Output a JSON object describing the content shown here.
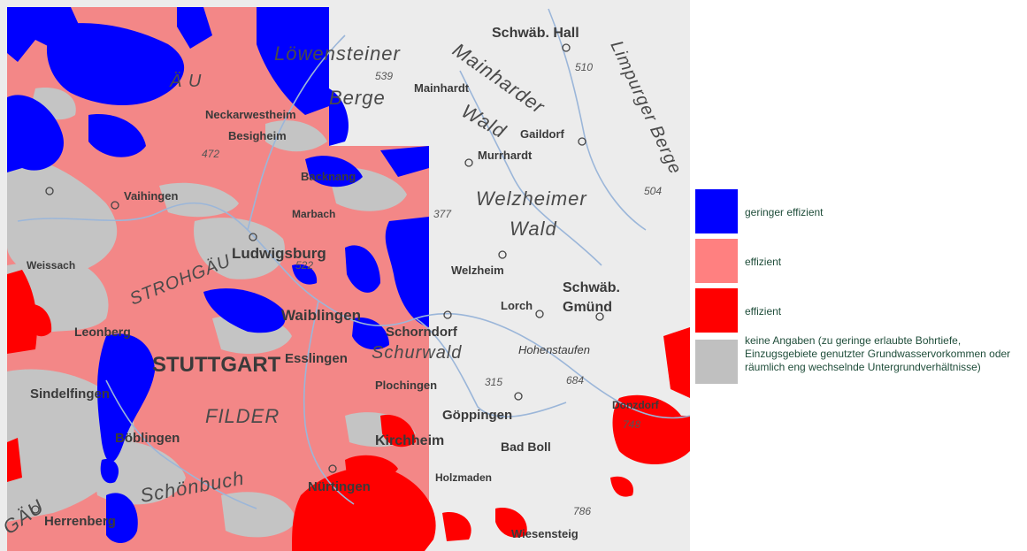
{
  "legend": {
    "items": [
      {
        "label": "geringer effizient",
        "color": "#0000ff"
      },
      {
        "label": "effizient",
        "color": "#ff8080"
      },
      {
        "label": "effizient",
        "color": "#ff0000"
      },
      {
        "label": "keine Angaben (zu geringe erlaubte Bohrtiefe, Einzugsgebiete genutzter Grundwasservorkommen oder räumlich eng wechselnde Untergrundverhältnisse)",
        "color": "#c0c0c0"
      }
    ]
  },
  "map": {
    "towns": {
      "schwaeb_hall": "Schwäb. Hall",
      "mainhardt": "Mainhardt",
      "gaildorf": "Gaildorf",
      "murrhardt": "Murrhardt",
      "welzheim": "Welzheim",
      "lorch": "Lorch",
      "schwaeb_gmuend": "Schwäb. Gmünd",
      "gmuend_line1": "Schwäb.",
      "gmuend_line2": "Gmünd",
      "hohenstaufen": "Hohenstaufen",
      "goeppingen": "Göppingen",
      "bad_boll": "Bad Boll",
      "donzdorf": "Donzdorf",
      "wiesensteig": "Wiesensteig",
      "neckarwestheim": "Neckarwestheim",
      "besigheim": "Besigheim",
      "vaihingen": "Vaihingen",
      "backnang": "Backnang",
      "marbach": "Marbach",
      "ludwigsburg": "Ludwigsburg",
      "weissach": "Weissach",
      "waiblingen": "Waiblingen",
      "schorndorf": "Schorndorf",
      "leonberg": "Leonberg",
      "stuttgart": "STUTTGART",
      "esslingen": "Esslingen",
      "plochingen": "Plochingen",
      "sindelfingen": "Sindelfingen",
      "boeblingen": "Böblingen",
      "kirchheim": "Kirchheim",
      "nuertingen": "Nürtingen",
      "herrenberg": "Herrenberg",
      "holzmaden": "Holzmaden"
    },
    "regions": {
      "loewensteiner": "Löwensteiner",
      "berge": "Berge",
      "mainharder": "Mainharder",
      "wald": "Wald",
      "welzheimer": "Welzheimer",
      "welzheimer_wald": "Wald",
      "limpurger": "Limpurger Berge",
      "strohgaeu": "STROHGÄU",
      "filder": "FILDER",
      "schurwald": "Schurwald",
      "schoenbuch": "Schönbuch",
      "gaeu": "GÄU",
      "zabergaeu": "Ä U"
    },
    "elevations": [
      "539",
      "510",
      "504",
      "377",
      "522",
      "472",
      "315",
      "684",
      "786",
      "748"
    ]
  }
}
